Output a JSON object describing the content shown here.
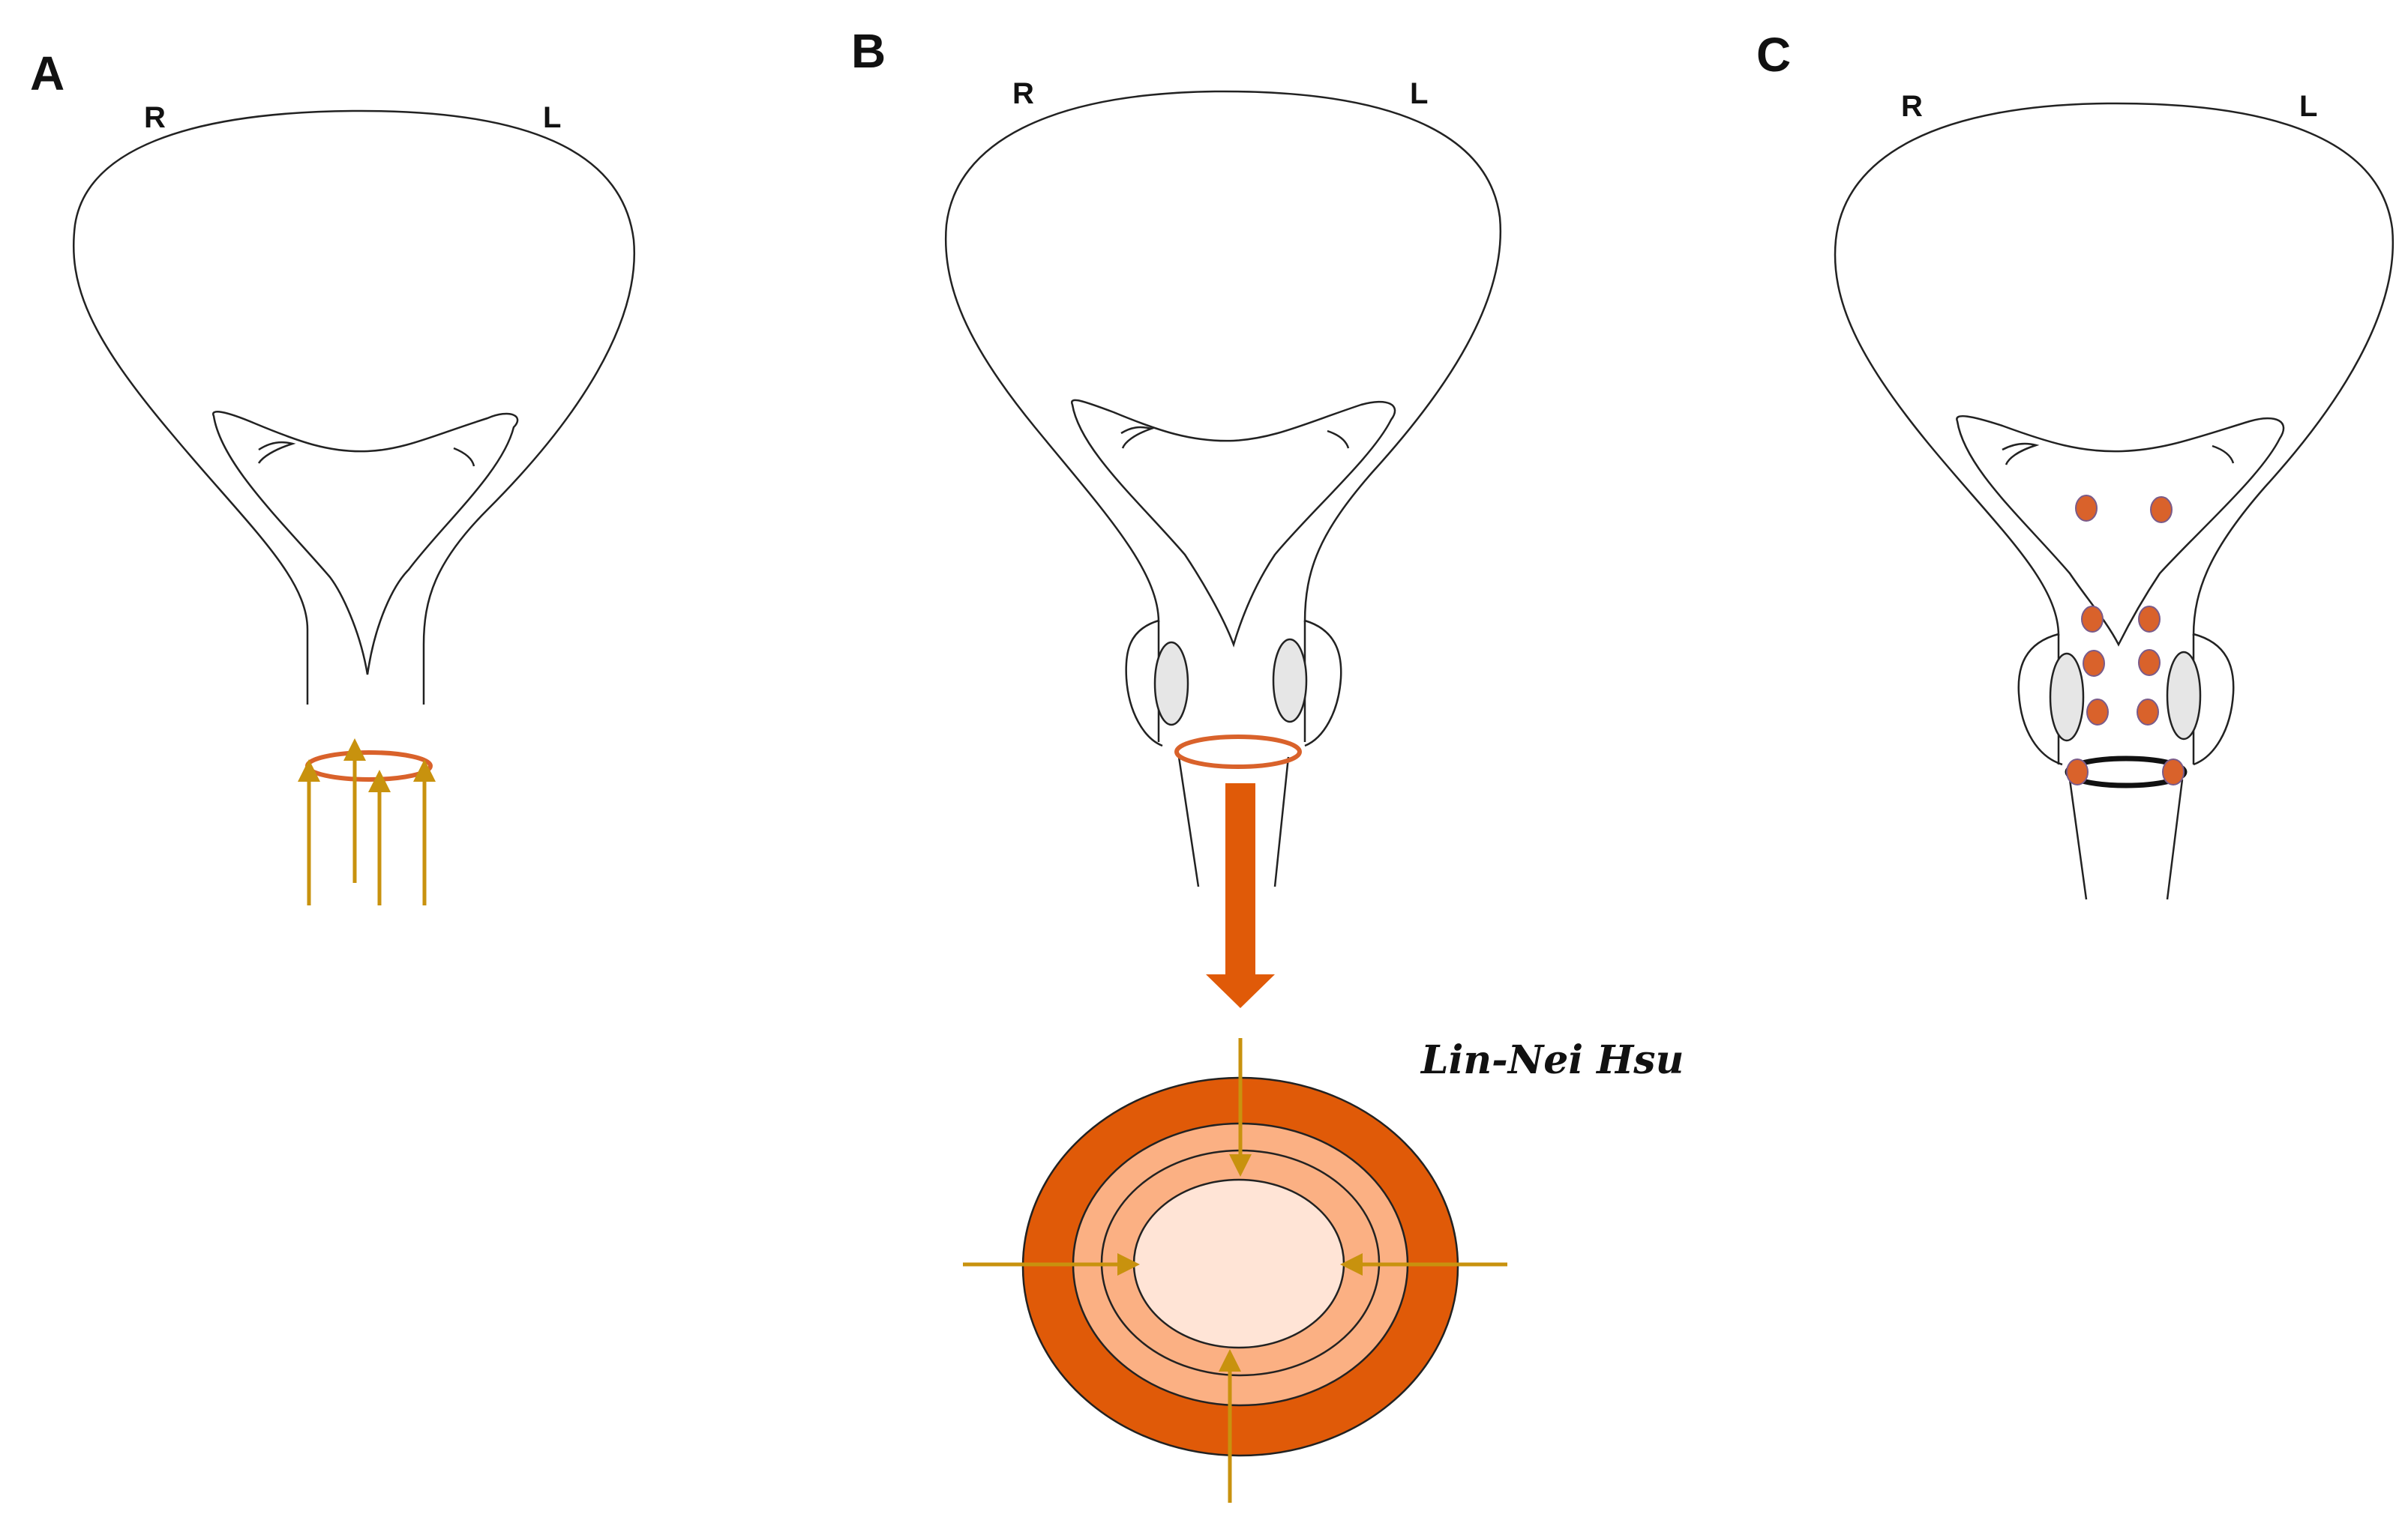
{
  "panels": [
    {
      "id": "A",
      "letter": "A",
      "left_label": "R",
      "right_label": "L"
    },
    {
      "id": "B",
      "letter": "B",
      "left_label": "R",
      "right_label": "L"
    },
    {
      "id": "C",
      "letter": "C",
      "left_label": "R",
      "right_label": "L"
    }
  ],
  "signature": "Lin-Nei Hsu",
  "colors": {
    "outline": "#222222",
    "ring": "#d9622b",
    "force_arrow": "#c8920e",
    "big_arrow": "#e05a08",
    "cross_outer": "#e05a08",
    "cross_middle": "#fbb083",
    "cross_inner": "#ffe4d6",
    "sphincter_fill": "#e6e6e6",
    "dot": "#d9622b"
  }
}
